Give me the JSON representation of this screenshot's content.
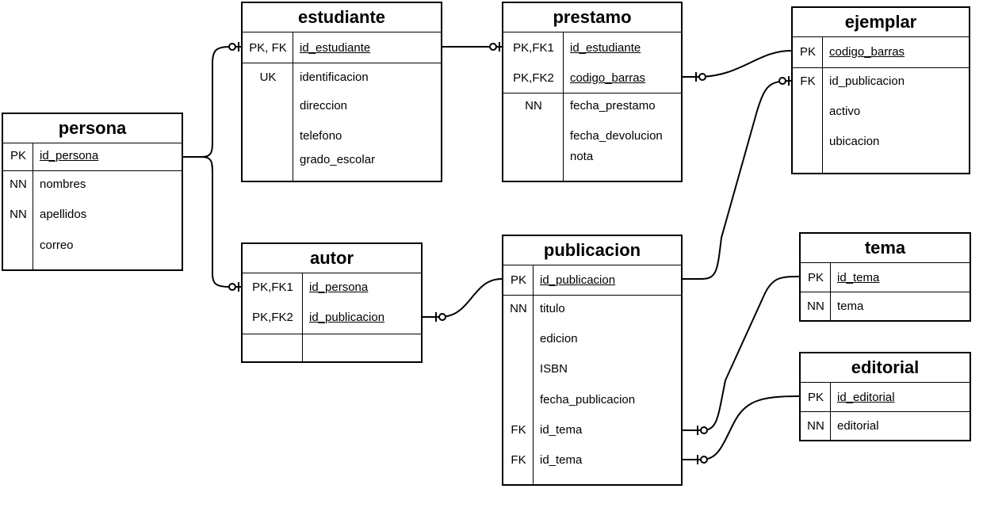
{
  "entities": {
    "persona": {
      "title": "persona",
      "pk_rows": [
        {
          "key": "PK",
          "field": "id_persona"
        }
      ],
      "rows": [
        {
          "key": "NN",
          "field": "nombres"
        },
        {
          "key": "NN",
          "field": "apellidos"
        },
        {
          "key": "",
          "field": "correo"
        }
      ]
    },
    "estudiante": {
      "title": "estudiante",
      "pk_rows": [
        {
          "key": "PK, FK",
          "field": "id_estudiante"
        }
      ],
      "rows": [
        {
          "key": "UK",
          "field": "identificacion"
        },
        {
          "key": "",
          "field": "direccion"
        },
        {
          "key": "",
          "field": "telefono"
        },
        {
          "key": "",
          "field": "grado_escolar"
        }
      ]
    },
    "prestamo": {
      "title": "prestamo",
      "pk_rows": [
        {
          "key": "PK,FK1",
          "field": "id_estudiante"
        },
        {
          "key": "PK,FK2",
          "field": "codigo_barras"
        }
      ],
      "rows": [
        {
          "key": "NN",
          "field": "fecha_prestamo"
        },
        {
          "key": "",
          "field": "fecha_devolucion"
        },
        {
          "key": "",
          "field": "nota"
        }
      ]
    },
    "ejemplar": {
      "title": "ejemplar",
      "pk_rows": [
        {
          "key": "PK",
          "field": "codigo_barras"
        }
      ],
      "rows": [
        {
          "key": "FK",
          "field": "id_publicacion"
        },
        {
          "key": "",
          "field": "activo"
        },
        {
          "key": "",
          "field": "ubicacion"
        }
      ]
    },
    "autor": {
      "title": "autor",
      "pk_rows": [
        {
          "key": "PK,FK1",
          "field": "id_persona"
        },
        {
          "key": "PK,FK2",
          "field": "id_publicacion"
        }
      ],
      "rows": []
    },
    "publicacion": {
      "title": "publicacion",
      "pk_rows": [
        {
          "key": "PK",
          "field": "id_publicacion"
        }
      ],
      "rows": [
        {
          "key": "NN",
          "field": "titulo"
        },
        {
          "key": "",
          "field": "edicion"
        },
        {
          "key": "",
          "field": "ISBN"
        },
        {
          "key": "",
          "field": "fecha_publicacion"
        },
        {
          "key": "FK",
          "field": "id_tema"
        },
        {
          "key": "FK",
          "field": "id_tema"
        }
      ]
    },
    "tema": {
      "title": "tema",
      "pk_rows": [
        {
          "key": "PK",
          "field": "id_tema"
        }
      ],
      "rows": [
        {
          "key": "NN",
          "field": "tema"
        }
      ]
    },
    "editorial": {
      "title": "editorial",
      "pk_rows": [
        {
          "key": "PK",
          "field": "id_editorial"
        }
      ],
      "rows": [
        {
          "key": "NN",
          "field": "editorial"
        }
      ]
    }
  }
}
